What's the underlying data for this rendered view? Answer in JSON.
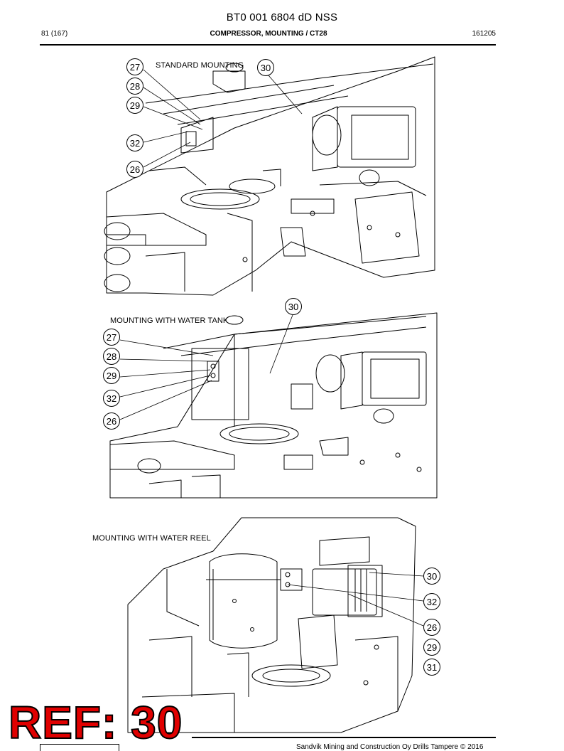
{
  "header": {
    "doc_number": "BT0 001 6804 dD NSS",
    "page": "81 (167)",
    "section": "COMPRESSOR, MOUNTING / CT28",
    "date": "161205"
  },
  "views": [
    {
      "label": "STANDARD MOUNTING",
      "callouts": [
        "27",
        "28",
        "29",
        "32",
        "26",
        "30"
      ]
    },
    {
      "label": "MOUNTING WITH WATER TANK",
      "callouts": [
        "30",
        "27",
        "28",
        "29",
        "32",
        "26"
      ]
    },
    {
      "label": "MOUNTING WITH WATER REEL",
      "callouts": [
        "30",
        "32",
        "26",
        "29",
        "31"
      ]
    }
  ],
  "stamp": {
    "text": "REF: 30",
    "color": "#e00000"
  },
  "footer": {
    "copyright": "Sandvik Mining and Construction Oy Drills Tampere © 2016"
  }
}
